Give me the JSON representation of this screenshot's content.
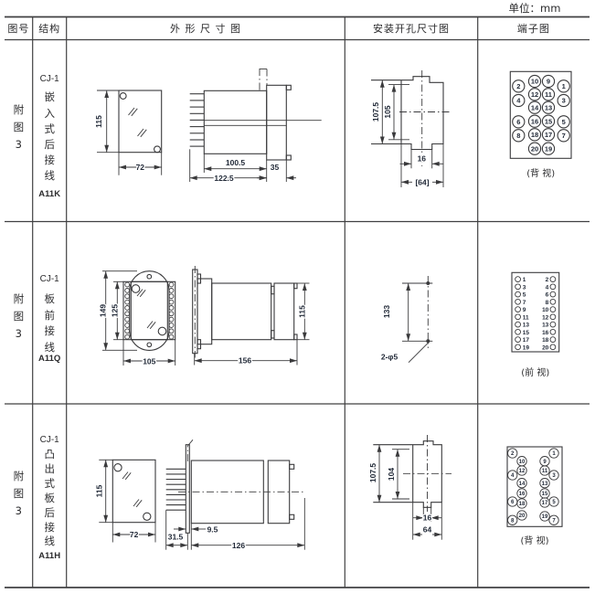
{
  "unit_label": "单位：mm",
  "headers": {
    "fig": "图号",
    "structure": "结构",
    "outline": "外 形 尺 寸 图",
    "install": "安装开孔尺寸图",
    "terminal": "端子图"
  },
  "rows": [
    {
      "fig": "附图3",
      "model": "CJ-1",
      "mount": "嵌入式后接线",
      "code": "A11K",
      "outline_dims": {
        "h": "115",
        "w": "72",
        "body": "100.5",
        "total": "122.5",
        "flange": "35"
      },
      "install_dims": {
        "outer": "107.5",
        "inner": "105",
        "notch": "16",
        "width": "[64]"
      },
      "terminal": {
        "view": "(背 视)",
        "nums": [
          "10",
          "9",
          "2",
          "1",
          "12",
          "11",
          "4",
          "3",
          "14",
          "13",
          "16",
          "15",
          "6",
          "5",
          "18",
          "17",
          "8",
          "7",
          "20",
          "19"
        ]
      }
    },
    {
      "fig": "附图3",
      "model": "CJ-1",
      "mount": "板前接线",
      "code": "A11Q",
      "outline_dims": {
        "plate": "149",
        "h": "125",
        "w": "105",
        "body": "156",
        "side_h": "115"
      },
      "install_dims": {
        "height": "133",
        "holes": "2-φ5"
      },
      "terminal": {
        "view": "(前 视)",
        "left": [
          "1",
          "3",
          "5",
          "7",
          "9",
          "11",
          "13",
          "15",
          "17",
          "19"
        ],
        "right": [
          "2",
          "4",
          "6",
          "8",
          "10",
          "12",
          "13",
          "16",
          "18",
          "20"
        ]
      }
    },
    {
      "fig": "附图3",
      "model": "CJ-1",
      "mount": "凸出式板后接线",
      "code": "A11H",
      "outline_dims": {
        "h": "115",
        "w": "72",
        "pins": "31.5",
        "gap": "9.5",
        "body": "126"
      },
      "install_dims": {
        "outer": "107.5",
        "inner": "104",
        "notch": "16",
        "width": "64"
      },
      "terminal": {
        "view": "(背 视)",
        "nums": [
          "2",
          "1",
          "10",
          "9",
          "12",
          "11",
          "4",
          "3",
          "14",
          "13",
          "16",
          "15",
          "6",
          "18",
          "17",
          "5",
          "20",
          "19",
          "8",
          "7"
        ]
      }
    }
  ]
}
